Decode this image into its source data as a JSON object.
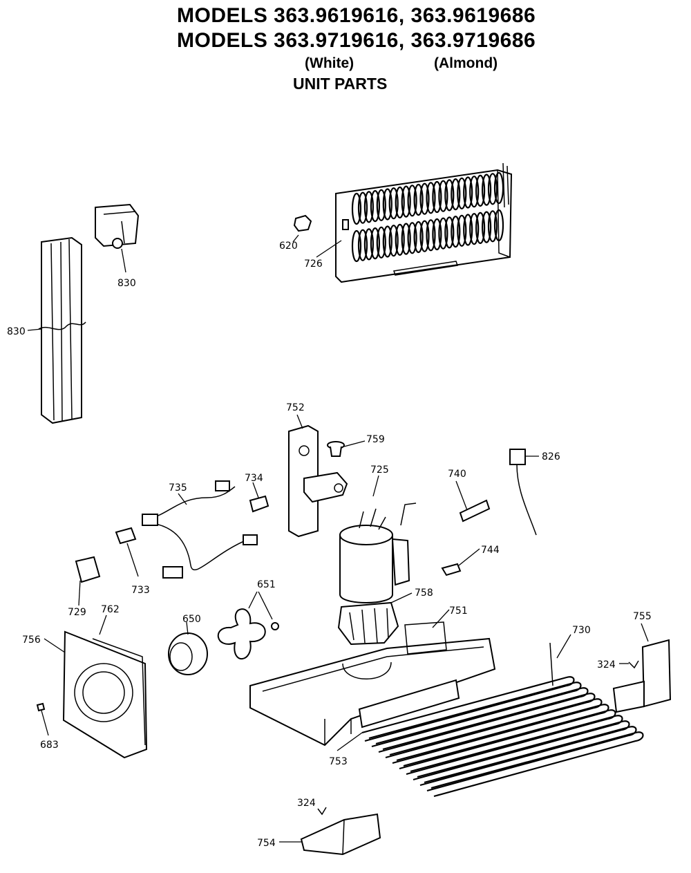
{
  "header": {
    "line1": "MODELS 363.9619616, 363.9619686",
    "line2": "MODELS 363.9719616, 363.9719686",
    "color_white": "(White)",
    "color_almond": "(Almond)",
    "section": "UNIT PARTS"
  },
  "labels": {
    "p620": "620",
    "p726": "726",
    "p830_top": "830",
    "p830_left": "830",
    "p752": "752",
    "p759": "759",
    "p725": "725",
    "p740": "740",
    "p826": "826",
    "p735": "735",
    "p734": "734",
    "p744": "744",
    "p729": "729",
    "p733": "733",
    "p651": "651",
    "p758": "758",
    "p751": "751",
    "p762": "762",
    "p756": "756",
    "p650": "650",
    "p730": "730",
    "p755": "755",
    "p324_right": "324",
    "p683": "683",
    "p753": "753",
    "p324_bottom": "324",
    "p754": "754"
  },
  "colors": {
    "ink": "#000000",
    "paper": "#ffffff"
  }
}
